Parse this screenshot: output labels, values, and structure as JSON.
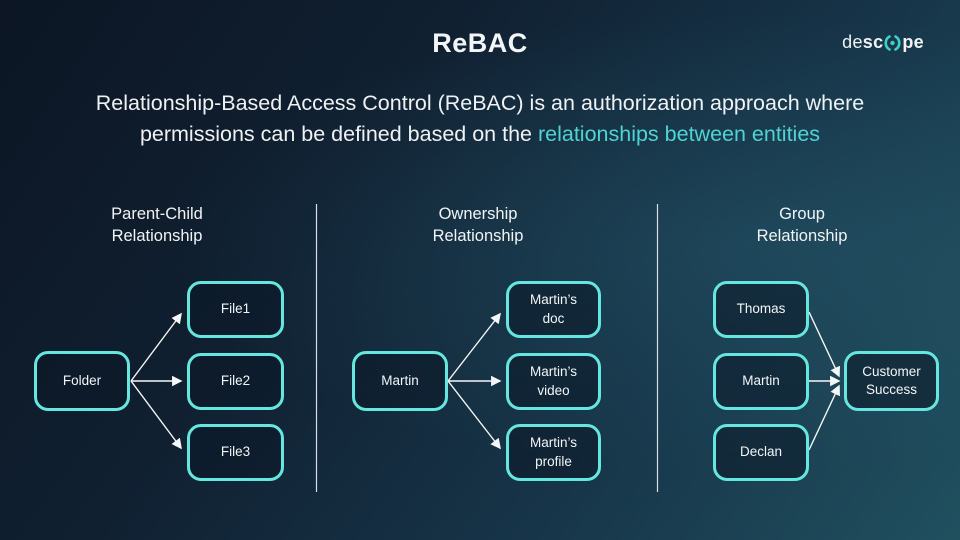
{
  "title": "ReBAC",
  "logo": {
    "part1": "de",
    "part2": "sc",
    "part3": "pe",
    "icon": "descope-o-icon",
    "accent_color": "#3ed0c4"
  },
  "subtitle": {
    "line1": "Relationship-Based Access Control (ReBAC) is an authorization approach where",
    "line2_plain": "permissions can be defined based on the ",
    "line2_highlight": "relationships between entities",
    "highlight_color": "#4fd3d3"
  },
  "columns": [
    {
      "header": "Parent-Child\nRelationship",
      "source": {
        "label": "Folder"
      },
      "targets": [
        {
          "label": "File1"
        },
        {
          "label": "File2"
        },
        {
          "label": "File3"
        }
      ]
    },
    {
      "header": "Ownership\nRelationship",
      "source": {
        "label": "Martin"
      },
      "targets": [
        {
          "label": "Martin’s\ndoc"
        },
        {
          "label": "Martin’s\nvideo"
        },
        {
          "label": "Martin’s\nprofile"
        }
      ]
    },
    {
      "header": "Group\nRelationship",
      "sources": [
        {
          "label": "Thomas"
        },
        {
          "label": "Martin"
        },
        {
          "label": "Declan"
        }
      ],
      "target": {
        "label": "Customer\nSuccess"
      }
    }
  ],
  "colors": {
    "node_border": "#65e6de",
    "arrow": "#f5f8fa",
    "background_top_left": "#0c1624",
    "background_bottom_right": "#20505f"
  }
}
